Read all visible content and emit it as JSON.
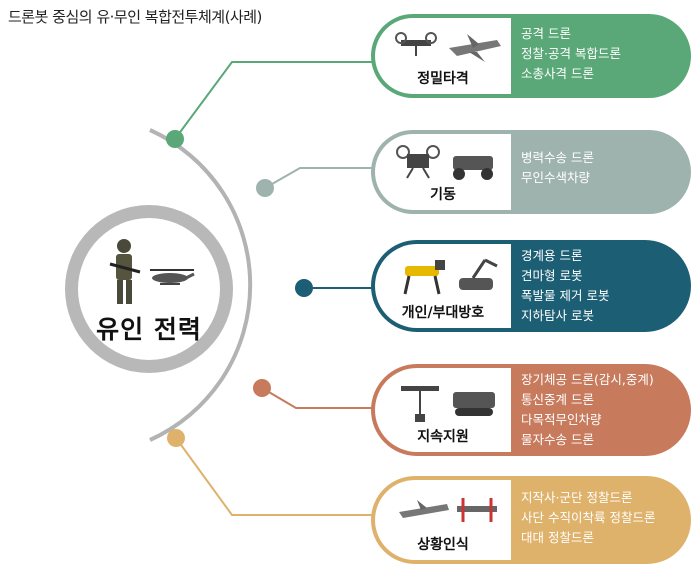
{
  "title": "드론봇 중심의 유·무인 복합전투체계(사례)",
  "hub": {
    "label": "유인 전력"
  },
  "categories": [
    {
      "label": "정밀타격",
      "color": "#5aa878",
      "items": [
        "공격 드론",
        "정찰·공격 복합드론",
        "소총사격 드론"
      ]
    },
    {
      "label": "기동",
      "color": "#9fb3ae",
      "items": [
        "병력수송 드론",
        "무인수색차량"
      ]
    },
    {
      "label": "개인/부대방호",
      "color": "#1c5e74",
      "items": [
        "경계용 드론",
        "견마형 로봇",
        "폭발물 제거 로봇",
        "지하탐사 로봇"
      ]
    },
    {
      "label": "지속지원",
      "color": "#c77a5c",
      "items": [
        "장기체공 드론(감시,중계)",
        "통신중계 드론",
        "다목적무인차량",
        "물자수송 드론"
      ]
    },
    {
      "label": "상황인식",
      "color": "#dfb26c",
      "items": [
        "지작사·군단 정찰드론",
        "사단 수직이착륙 정찰드론",
        "대대 정찰드론"
      ]
    }
  ]
}
